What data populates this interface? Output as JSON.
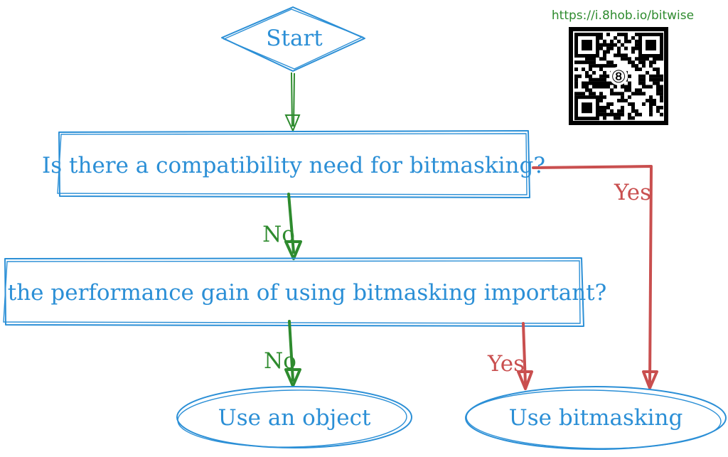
{
  "colors": {
    "node": "#2b8fd6",
    "no_edge": "#2e8b2e",
    "yes_edge": "#c94f4f",
    "url": "#2e8b2e"
  },
  "header": {
    "url": "https://i.8hob.io/bitwise",
    "qr_center_glyph": "⑧"
  },
  "nodes": {
    "start": "Start",
    "q1": "Is there a compatibility need for bitmasking?",
    "q2": "Is the performance gain of using bitmasking important?",
    "use_object": "Use an object",
    "use_bitmasking": "Use bitmasking"
  },
  "edges": {
    "q1_no": "No",
    "q1_yes": "Yes",
    "q2_no": "No",
    "q2_yes": "Yes"
  }
}
